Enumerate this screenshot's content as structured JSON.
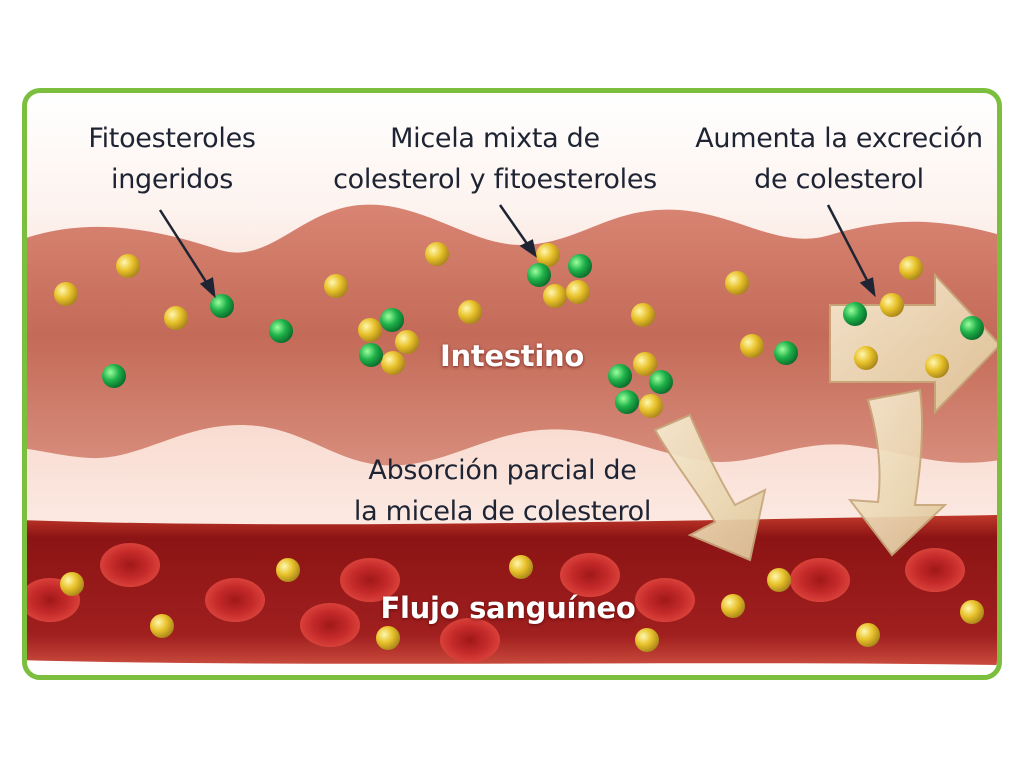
{
  "labels": {
    "ingested": {
      "line1": "Fitoesteroles",
      "line2": "ingeridos"
    },
    "micelle": {
      "line1": "Micela mixta de",
      "line2": "colesterol y fitoesteroles"
    },
    "excretion": {
      "line1": "Aumenta la excreción",
      "line2": "de colesterol"
    },
    "intestine": "Intestino",
    "absorption": {
      "line1": "Absorción parcial de",
      "line2": "la micela de colesterol"
    },
    "bloodstream": "Flujo sanguíneo"
  },
  "colors": {
    "frame": "#7cbf3f",
    "phytosterol": "#1fb24a",
    "cholesterol": "#e8c22a",
    "intestine": "#c9705e",
    "blood": "#9b1c1c"
  }
}
